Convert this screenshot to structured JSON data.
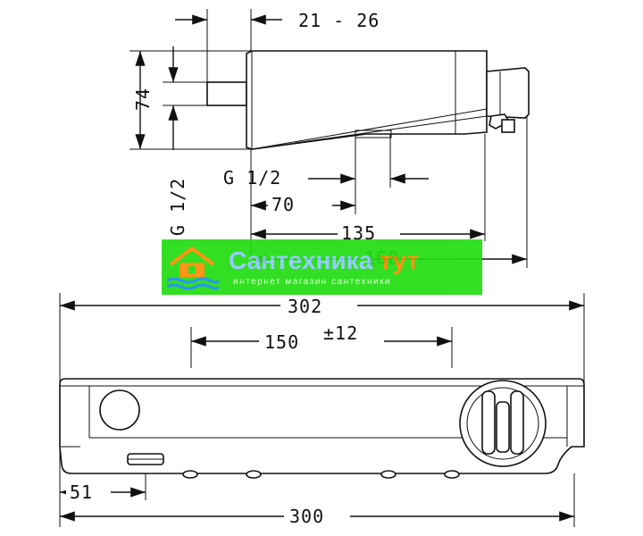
{
  "dimensions": {
    "d_21_26": "21 - 26",
    "d_74": "74",
    "d_g12_top": "G 1/2",
    "d_g12_side": "G 1/2",
    "d_70": "70",
    "d_135": "135",
    "d_160": "160",
    "d_302": "302",
    "d_150": "150",
    "d_pm12": "±12",
    "d_51": "51",
    "d_300": "300"
  },
  "watermark": {
    "title_part1": "Сантехника",
    "title_part2": "тут",
    "subtitle": "интернет магазин сантехники"
  },
  "colors": {
    "line": "#111111",
    "watermark_bg": "#22dd11",
    "watermark_text": "#8ec8ff",
    "watermark_accent": "#ff8a00"
  }
}
